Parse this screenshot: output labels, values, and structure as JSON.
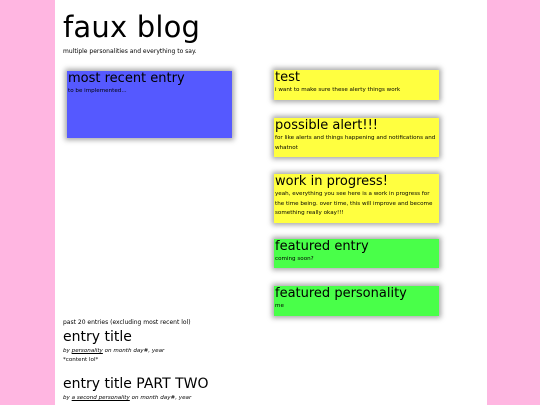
{
  "site": {
    "title": "faux blog",
    "tagline": "multiple personalities and everything to say."
  },
  "most_recent": {
    "title": "most recent entry",
    "body": "to be implemented..."
  },
  "alerts": [
    {
      "title": "test",
      "body": "i want to make sure these alerty things work"
    },
    {
      "title": "possible alert!!!",
      "body": "for like alerts and things happening and notifications and whatnot"
    },
    {
      "title": "work in progress!",
      "body": "yeah, everything you see here is a work in progress for the time being. over time, this will improve and become something really okay!!!"
    }
  ],
  "featured": [
    {
      "title": "featured entry",
      "body": "coming soon?"
    },
    {
      "title": "featured personality",
      "body": "me"
    }
  ],
  "past": {
    "label": "past 20 entries (excluding most recent lol)",
    "entries": [
      {
        "title": "entry title",
        "by": "by ",
        "author": "personality",
        "date": " on month day#, year",
        "content": "*content lol*"
      },
      {
        "title": "entry title PART TWO",
        "by": "by ",
        "author": "a second personality",
        "date": " on month day#, year"
      }
    ]
  },
  "colors": {
    "background": "#ffb6e1",
    "page": "#ffffff",
    "recent_card": "#5559ff",
    "alert_card": "#ffff40",
    "featured_card": "#49ff49"
  }
}
